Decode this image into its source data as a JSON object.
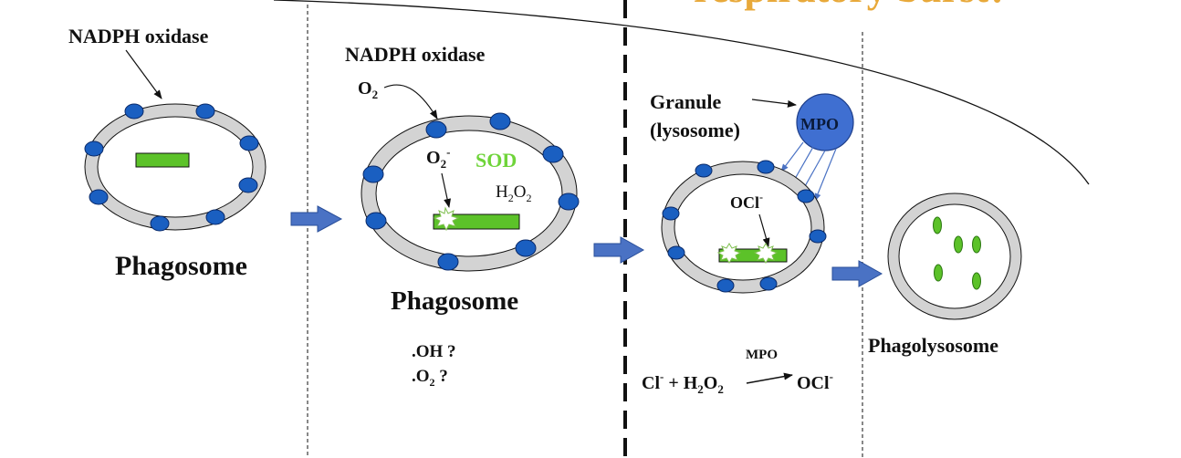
{
  "title": {
    "text": "respiratory burst?"
  },
  "panel1": {
    "enzyme": "NADPH oxidase",
    "label": "Phagosome"
  },
  "panel2": {
    "enzyme": "NADPH oxidase",
    "o2": "O",
    "o2_sub": "2",
    "superoxide": "O",
    "superoxide_sub": "2",
    "superoxide_sup": "-",
    "sod": "SOD",
    "h2o2_a": "H",
    "h2o2_sub1": "2",
    "h2o2_b": "O",
    "h2o2_sub2": "2",
    "label": "Phagosome",
    "q1": ".OH ?",
    "q2_a": ".O",
    "q2_sub": "2",
    "q2_b": " ?"
  },
  "panel3": {
    "granule_line1": "Granule",
    "granule_line2": "(lysosome)",
    "mpo": "MPO",
    "ocl_inside": "OCl",
    "ocl_inside_sup": "-",
    "reaction": {
      "cl": "Cl",
      "cl_sup": "-",
      "plus": " + H",
      "h2_sub": "2",
      "o": "O",
      "o2_sub": "2",
      "catalyst": "MPO",
      "product": "OCl",
      "product_sup": "-"
    }
  },
  "panel4": {
    "label": "Phagolysosome"
  },
  "colors": {
    "membrane": "#d3d3d3",
    "oxidase": "#1a5fc1",
    "bacterium": "#5cc229",
    "arrow": "#4a72c4",
    "sod": "#6fd43a",
    "mpo_granule": "#3f6fd1"
  }
}
